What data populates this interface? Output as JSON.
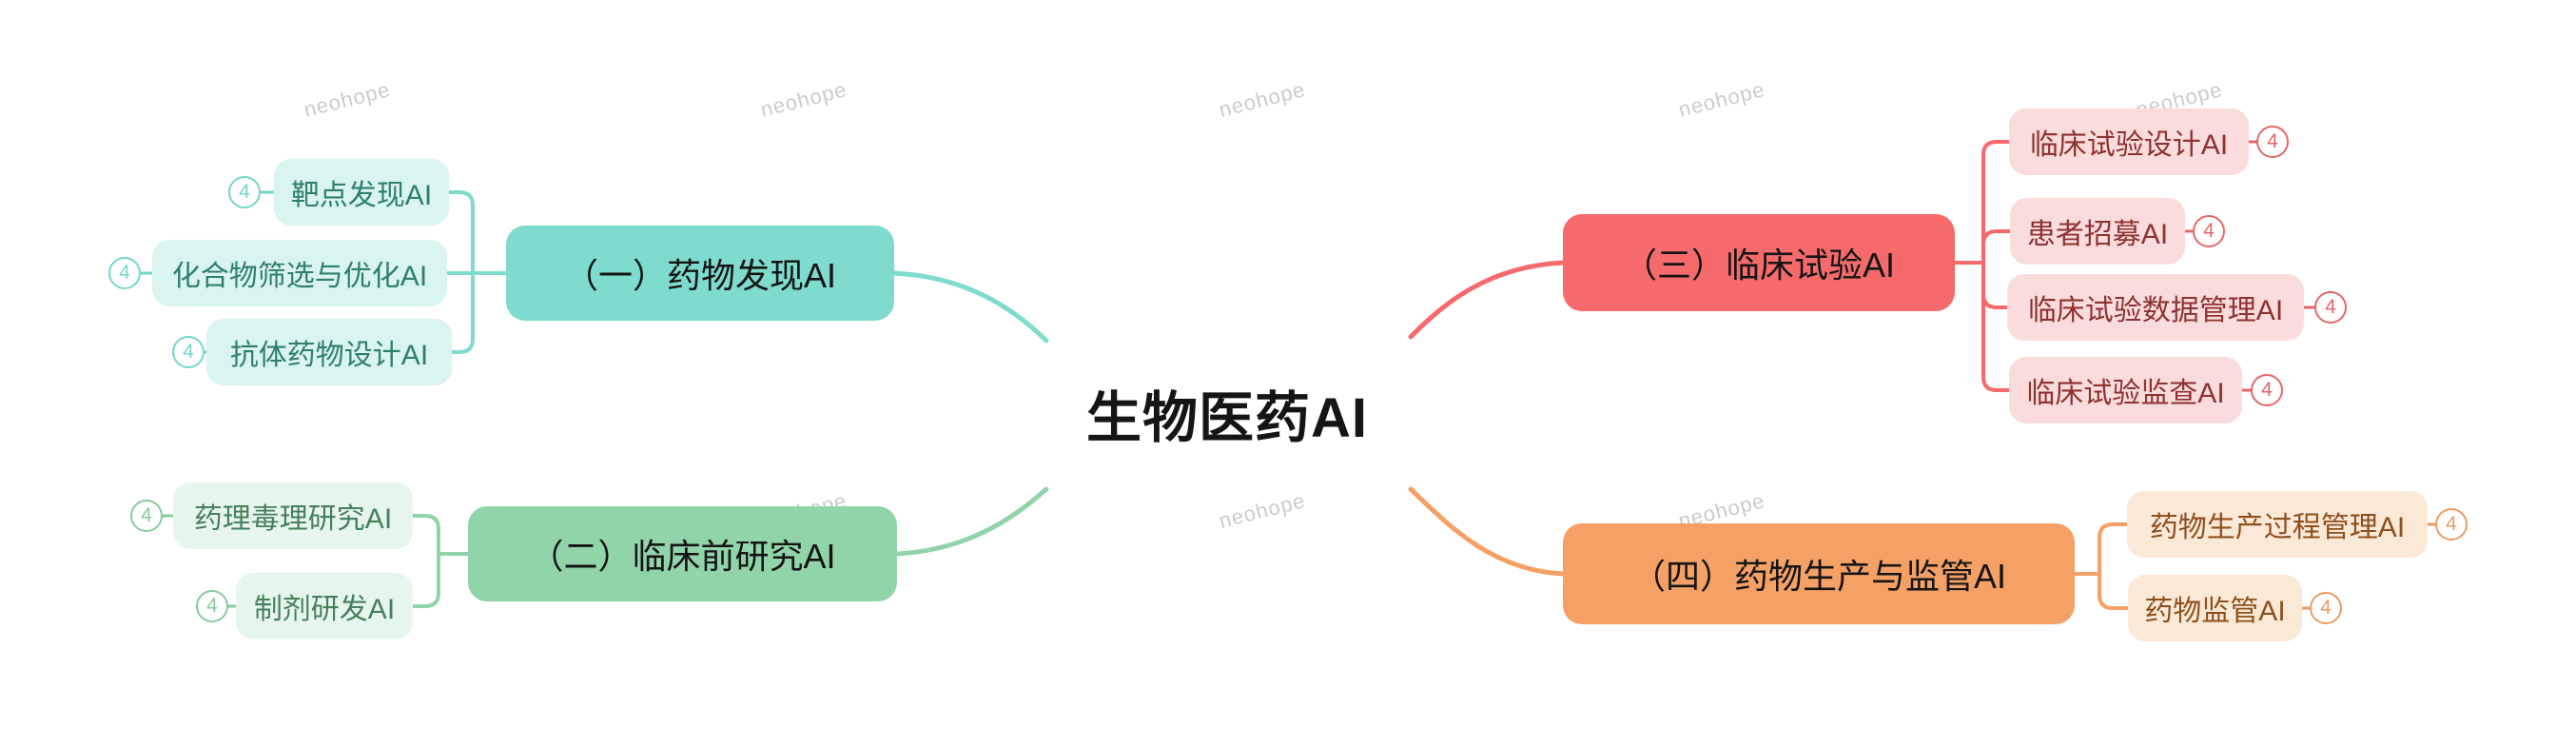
{
  "title": {
    "label": "生物医药AI",
    "color": "#151515"
  },
  "watermark": {
    "text": "neohope",
    "color": "#c3c3c3"
  },
  "palette": {
    "teal": {
      "node": "#7EDBCD",
      "line": "#7EDBCD",
      "child_bg": "#DAF4EF",
      "child_text": "#2E7F70",
      "badge": "#74D7CA"
    },
    "green": {
      "node": "#92D4AA",
      "line": "#92D4AA",
      "child_bg": "#E7F6EC",
      "child_text": "#477F5B",
      "badge": "#85CB9D"
    },
    "red": {
      "node": "#F66A6C",
      "line": "#F66A6C",
      "child_bg": "#FBDCDC",
      "child_text": "#8E3131",
      "badge": "#E56667"
    },
    "orange": {
      "node": "#F5A166",
      "line": "#F5A166",
      "child_bg": "#FBE9D8",
      "child_text": "#8F4F1D",
      "badge": "#EC9C63"
    }
  },
  "branches": [
    {
      "label": "（一）药物发现AI",
      "color_key": "teal",
      "side": "left",
      "children": [
        {
          "label": "靶点发现AI",
          "badge": "4"
        },
        {
          "label": "化合物筛选与优化AI",
          "badge": "4"
        },
        {
          "label": "抗体药物设计AI",
          "badge": "4"
        }
      ]
    },
    {
      "label": "（二）临床前研究AI",
      "color_key": "green",
      "side": "left",
      "children": [
        {
          "label": "药理毒理研究AI",
          "badge": "4"
        },
        {
          "label": "制剂研发AI",
          "badge": "4"
        }
      ]
    },
    {
      "label": "（三）临床试验AI",
      "color_key": "red",
      "side": "right",
      "children": [
        {
          "label": "临床试验设计AI",
          "badge": "4"
        },
        {
          "label": "患者招募AI",
          "badge": "4"
        },
        {
          "label": "临床试验数据管理AI",
          "badge": "4"
        },
        {
          "label": "临床试验监查AI",
          "badge": "4"
        }
      ]
    },
    {
      "label": "（四）药物生产与监管AI",
      "color_key": "orange",
      "side": "right",
      "children": [
        {
          "label": "药物生产过程管理AI",
          "badge": "4"
        },
        {
          "label": "药物监管AI",
          "badge": "4"
        }
      ]
    }
  ]
}
